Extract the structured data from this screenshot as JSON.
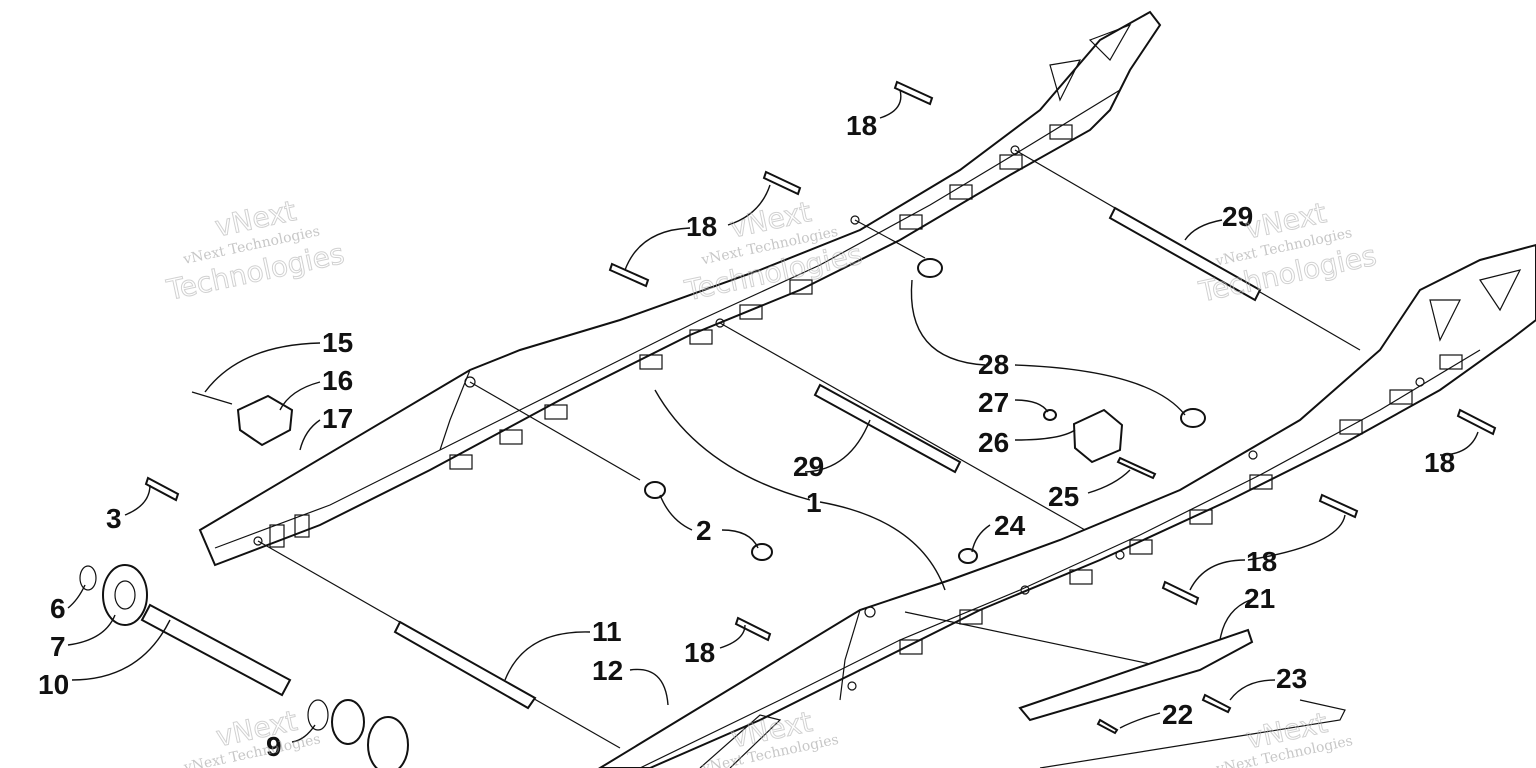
{
  "watermark": {
    "line1": "vNext",
    "line2": "vNext Technologies",
    "line3": "Technologies"
  },
  "callouts": {
    "c1": "1",
    "c2": "2",
    "c3": "3",
    "c6": "6",
    "c7": "7",
    "c9": "9",
    "c10": "10",
    "c11": "11",
    "c12": "12",
    "c15": "15",
    "c16": "16",
    "c17": "17",
    "c18": "18",
    "c21": "21",
    "c22": "22",
    "c23": "23",
    "c24": "24",
    "c25": "25",
    "c26": "26",
    "c27": "27",
    "c28": "28",
    "c29": "29"
  }
}
